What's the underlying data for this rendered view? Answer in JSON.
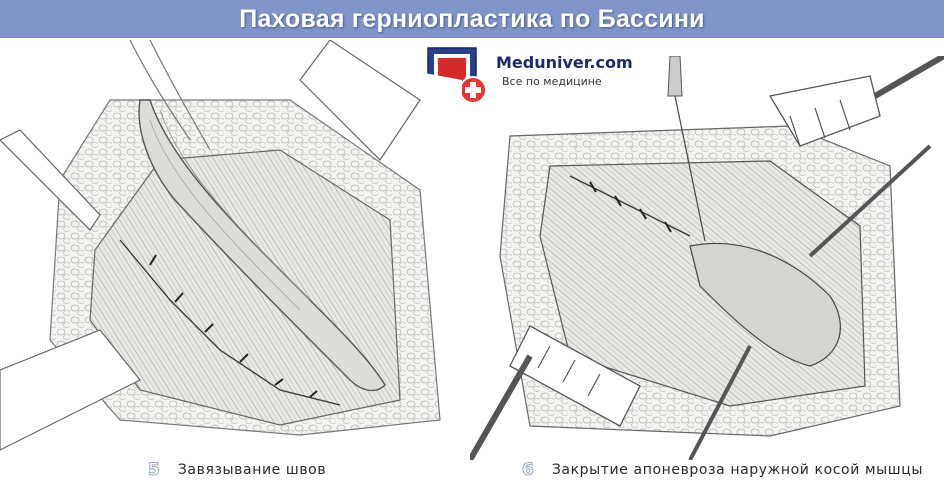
{
  "header": {
    "title": "Паховая герниопластика по Бассини"
  },
  "logo": {
    "name": "Meduniver.com",
    "tagline": "Все по медицине"
  },
  "figures": [
    {
      "number": "5",
      "caption": "Завязывание швов"
    },
    {
      "number": "6",
      "caption": "Закрытие апоневроза наружной косой мышцы"
    }
  ],
  "colors": {
    "title_bar": "#7f95c9",
    "logo_red": "#d42a2a",
    "logo_blue": "#1d2a6b"
  }
}
